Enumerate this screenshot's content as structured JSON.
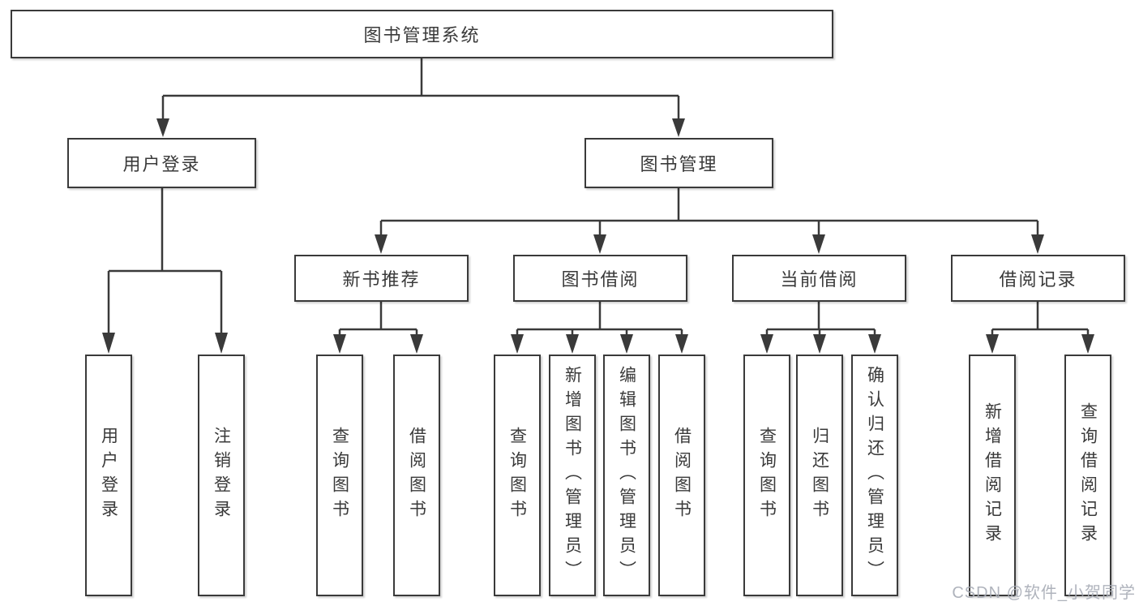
{
  "tree": {
    "root": {
      "label": "图书管理系统"
    },
    "branches": [
      {
        "label": "用户登录",
        "children": [
          {
            "label": "用户登录"
          },
          {
            "label": "注销登录"
          }
        ]
      },
      {
        "label": "图书管理",
        "children": [
          {
            "label": "新书推荐",
            "children": [
              {
                "label": "查询图书"
              },
              {
                "label": "借阅图书"
              }
            ]
          },
          {
            "label": "图书借阅",
            "children": [
              {
                "label": "查询图书"
              },
              {
                "label": "新增图书（管理员）"
              },
              {
                "label": "编辑图书（管理员）"
              },
              {
                "label": "借阅图书"
              }
            ]
          },
          {
            "label": "当前借阅",
            "children": [
              {
                "label": "查询图书"
              },
              {
                "label": "归还图书"
              },
              {
                "label": "确认归还（管理员）"
              }
            ]
          },
          {
            "label": "借阅记录",
            "children": [
              {
                "label": "新增借阅记录"
              },
              {
                "label": "查询借阅记录"
              }
            ]
          }
        ]
      }
    ]
  },
  "watermark": {
    "text": "CSDN @软件_小贺同学"
  },
  "colors": {
    "line": "#3a3a3a",
    "box_border": "#3a3a3a",
    "box_background": "#ffffff",
    "text": "#3a3a3a",
    "watermark": "#a8adb6",
    "page_background": "#ffffff"
  }
}
